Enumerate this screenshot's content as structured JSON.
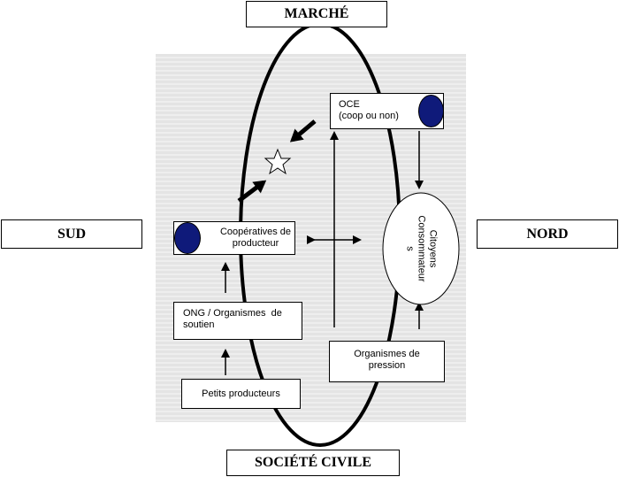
{
  "labels": {
    "top": "MARCHÉ",
    "bottom": "SOCIÉTÉ CIVILE",
    "left": "SUD",
    "right": "NORD"
  },
  "nodes": {
    "oce_line1": "OCE",
    "oce_line2": "(coop ou non)",
    "cooperatives_line1": "Coopératives de",
    "cooperatives_line2": "producteur",
    "ong_line1": "ONG / Organismes  de",
    "ong_line2": "soutien",
    "petits_producteurs": "Petits producteurs",
    "organismes_line1": "Organismes de",
    "organismes_line2": "pression",
    "citoyens_line1": "Citoyens",
    "citoyens_line2": "Consommateur",
    "citoyens_line3": "s"
  },
  "colors": {
    "dot": "#0f1a7a",
    "background": "#e8e8e8"
  },
  "icons": {
    "goal": "star-icon"
  }
}
